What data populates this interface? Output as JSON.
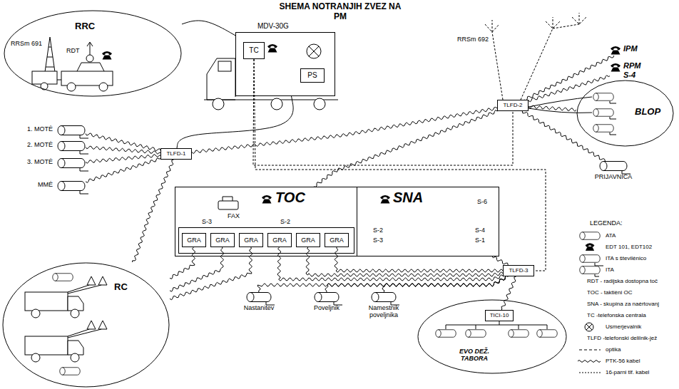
{
  "diagram": {
    "title": "SHEMA NOTRANJIH ZVEZ NA PM",
    "nodes": [
      {
        "text": [
          "RRC",
          "RRSm 691",
          "RDT"
        ]
      },
      {
        "text": [
          "MDV-30G"
        ]
      },
      {
        "text": [
          "TC"
        ],
        "in": 1
      },
      {
        "text": [
          "PS"
        ],
        "in": 1
      },
      {
        "text": [
          "IPM"
        ]
      },
      {
        "text": [
          "RPM S-4"
        ]
      },
      {
        "text": [
          "BLOP"
        ]
      },
      {
        "text": [
          "1. MOTĖ"
        ]
      },
      {
        "text": [
          "2. MOTĖ"
        ]
      },
      {
        "text": [
          "3. MOTĖ"
        ]
      },
      {
        "text": [
          "MMĖ"
        ]
      },
      {
        "text": [
          "TLFD-1"
        ]
      },
      {
        "text": [
          "TLFD-2"
        ]
      },
      {
        "text": [
          "TOC"
        ]
      },
      {
        "text": [
          "SNA"
        ]
      },
      {
        "text": [
          "GRA"
        ],
        "in": 13
      },
      {
        "text": [
          "GRA"
        ],
        "in": 13
      },
      {
        "text": [
          "GRA"
        ],
        "in": 13
      },
      {
        "text": [
          "GRA"
        ],
        "in": 13
      },
      {
        "text": [
          "GRA"
        ],
        "in": 13
      },
      {
        "text": [
          "GRA"
        ],
        "in": 13
      },
      {
        "text": [
          "PRIJAVNICA"
        ]
      },
      {
        "text": [
          "TLFD-3"
        ]
      },
      {
        "text": [
          "RC"
        ]
      },
      {
        "text": [
          "Nastanitev"
        ]
      },
      {
        "text": [
          "Poveljnik"
        ]
      },
      {
        "text": [
          "Namestnik poveljnika"
        ]
      },
      {
        "text": [
          "EVO DEŽ. TABORA"
        ]
      },
      {
        "text": [
          "TICI-10"
        ],
        "in": 27
      }
    ],
    "edges": [
      {
        "from": 0,
        "to": 1,
        "arrow": "none"
      },
      {
        "from": 7,
        "to": 11,
        "arrow": "none"
      },
      {
        "from": 8,
        "to": 11,
        "arrow": "none"
      },
      {
        "from": 9,
        "to": 11,
        "arrow": "none"
      },
      {
        "from": 10,
        "to": 11,
        "arrow": "none"
      },
      {
        "from": 11,
        "to": 12,
        "arrow": "none"
      },
      {
        "from": 11,
        "to": 1,
        "arrow": "none"
      },
      {
        "from": 2,
        "to": 12,
        "arrow": "none"
      },
      {
        "from": 2,
        "to": 22,
        "arrow": "none"
      },
      {
        "from": 12,
        "to": 4,
        "arrow": "none"
      },
      {
        "from": 12,
        "to": 5,
        "arrow": "none"
      },
      {
        "from": 12,
        "to": 6,
        "arrow": "none"
      },
      {
        "from": 12,
        "to": 21,
        "arrow": "none"
      },
      {
        "from": 12,
        "to": 13,
        "arrow": "none"
      },
      {
        "from": 11,
        "to": 23,
        "arrow": "none"
      },
      {
        "from": 23,
        "to": 15,
        "arrow": "none"
      },
      {
        "from": 23,
        "to": 16,
        "arrow": "none"
      },
      {
        "from": 23,
        "to": 17,
        "arrow": "none"
      },
      {
        "from": 22,
        "to": 18,
        "arrow": "none"
      },
      {
        "from": 22,
        "to": 19,
        "arrow": "none"
      },
      {
        "from": 22,
        "to": 20,
        "arrow": "none"
      },
      {
        "from": 22,
        "to": 14,
        "arrow": "none"
      },
      {
        "from": 22,
        "to": 24,
        "arrow": "none"
      },
      {
        "from": 22,
        "to": 25,
        "arrow": "none"
      },
      {
        "from": 22,
        "to": 26,
        "arrow": "none"
      },
      {
        "from": 22,
        "to": 28,
        "arrow": "none"
      }
    ],
    "labels": [
      "RRSm 692",
      "FAX",
      "S-3",
      "S-2",
      "S-6",
      "S-2",
      "S-3",
      "S-4",
      "S-1",
      "LEGENDA:"
    ],
    "legend": [
      {
        "text": "ATA"
      },
      {
        "text": "EDT 101, EDT102"
      },
      {
        "text": "ITA s številènico"
      },
      {
        "text": "ITA"
      },
      {
        "text": "RDT - radijska dostopna toč"
      },
      {
        "text": "TOC - taktièni OC"
      },
      {
        "text": "SNA - skupina za naèrtovanj"
      },
      {
        "text": "TC -telefonska centrala"
      },
      {
        "text": "Usmerjevalnik"
      },
      {
        "text": "TLFD -telefonski delilnik-jež"
      },
      {
        "text": "optika"
      },
      {
        "text": "PTK-56 kabel"
      },
      {
        "text": "16-parni tlf. kabel"
      }
    ]
  }
}
